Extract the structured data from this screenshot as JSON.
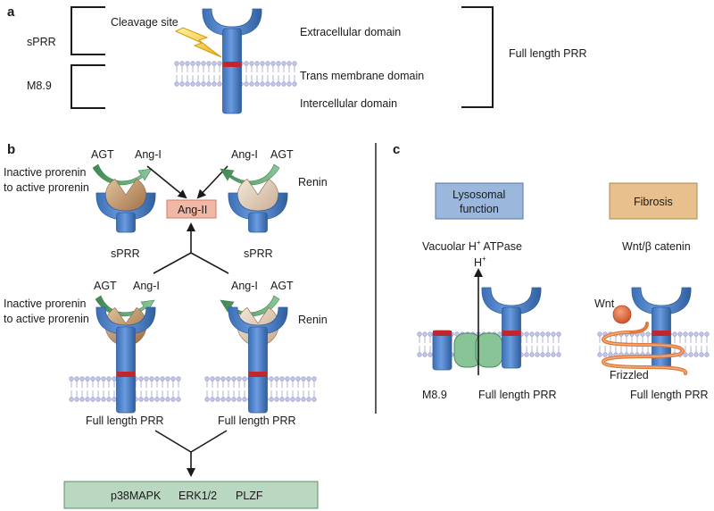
{
  "panel_a": {
    "letter": "a",
    "spr_label": "sPRR",
    "m89_label": "M8.9",
    "cleavage_label": "Cleavage site",
    "extracellular": "Extracellular domain",
    "transmembrane": "Trans membrane domain",
    "intercellular": "Intercellular domain",
    "full_length": "Full length PRR"
  },
  "panel_b": {
    "letter": "b",
    "left_note": "Inactive prorenin\nto active prorenin",
    "left_note_line1": "Inactive prorenin",
    "left_note_line2": "to active prorenin",
    "renin": "Renin",
    "agt": "AGT",
    "ang1": "Ang-I",
    "ang2": "Ang-II",
    "sprr": "sPRR",
    "full_length": "Full length PRR",
    "outputs": [
      "p38MAPK",
      "ERK1/2",
      "PLZF"
    ]
  },
  "panel_c": {
    "letter": "c",
    "lyso_line1": "Lysosomal",
    "lyso_line2": "function",
    "fibrosis": "Fibrosis",
    "vacuolar_prefix": "Vacuolar H",
    "vacuolar_sup": "+",
    "vacuolar_suffix": " ATPase",
    "h_plus": "H",
    "h_plus_sup": "+",
    "wnt_title": "Wnt/β catenin",
    "wnt": "Wnt",
    "frizzled": "Frizzled",
    "m89": "M8.9",
    "full_length": "Full length PRR"
  },
  "colors": {
    "receptor_blue": "#4a7fc6",
    "receptor_blue_dark": "#2f5f9e",
    "cleavage_red": "#c0262c",
    "membrane_lilac": "#a6a8d6",
    "renin_brown": "#b98654",
    "renin_light": "#d9c1aa",
    "arrow_green": "#5a9e6a",
    "ang2_box": "#f2b8a6",
    "lyso_box": "#9bb7dc",
    "fibrosis_box": "#e8c08e",
    "output_box": "#b9d7c1",
    "atpase_green": "#88c495",
    "frizzled_orange": "#e07b3c",
    "wnt_orange": "#e36c3c"
  }
}
